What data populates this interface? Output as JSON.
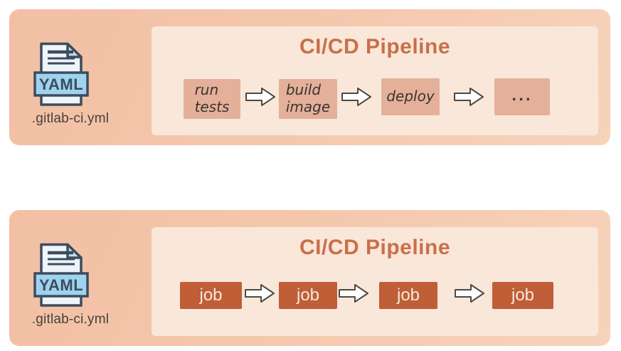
{
  "panels": [
    {
      "file": {
        "icon_label": "YAML",
        "filename": ".gitlab-ci.yml"
      },
      "pipeline": {
        "title": "CI/CD Pipeline",
        "steps": [
          "run\ntests",
          "build\nimage",
          "deploy",
          "..."
        ]
      }
    },
    {
      "file": {
        "icon_label": "YAML",
        "filename": ".gitlab-ci.yml"
      },
      "pipeline": {
        "title": "CI/CD Pipeline",
        "steps": [
          "job",
          "job",
          "job",
          "job"
        ]
      }
    }
  ],
  "colors": {
    "page_background": "#ffffff",
    "panel_background": "#f4c5aa",
    "inner_background": "#f9e7d9",
    "title_text": "#c96f4b",
    "stage_box": "#e4b09a",
    "stage_text": "#3b3430",
    "job_box": "#bf5e37",
    "job_text": "#f4e9dc",
    "arrow_fill": "#fefefe",
    "arrow_outline": "#4c4a45",
    "icon_outline": "#3d4c5e",
    "icon_page": "#eef4f9",
    "icon_ribbon": "#9fd3ed",
    "filename_text": "#45413e"
  }
}
